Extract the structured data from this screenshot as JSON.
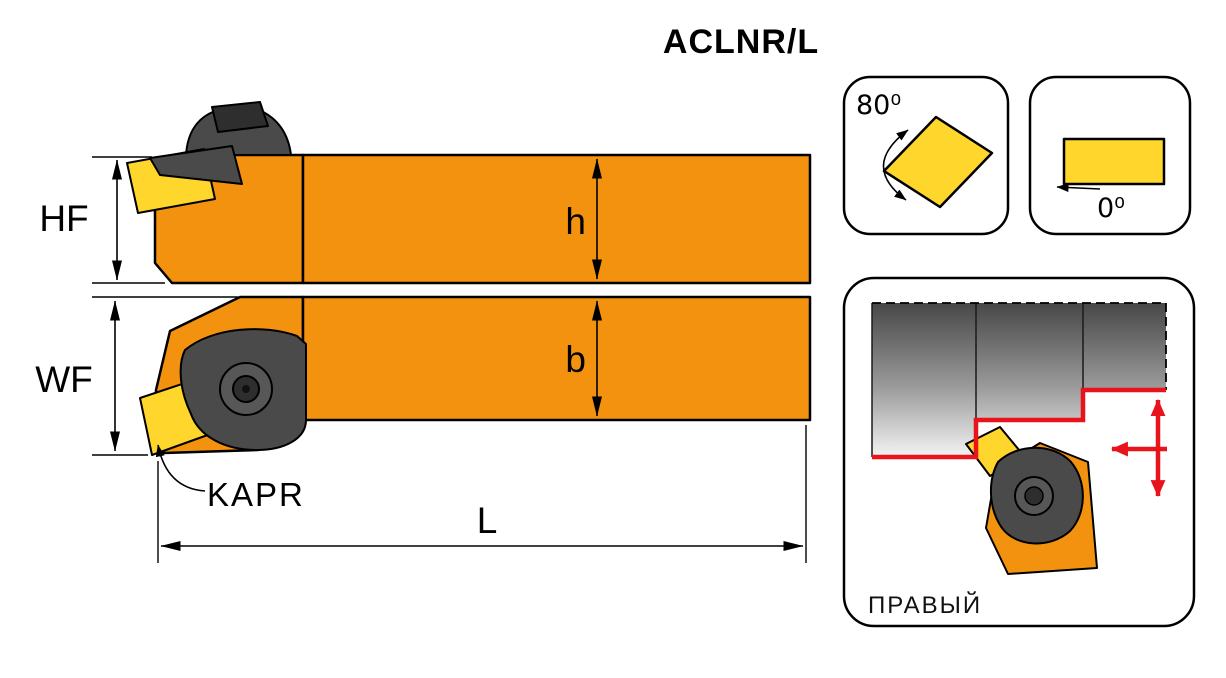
{
  "title": "ACLNR/L",
  "dimensions": {
    "hf": "HF",
    "wf": "WF",
    "height": "h",
    "width": "b",
    "length": "L",
    "kapr": "KAPR"
  },
  "insert_icon": {
    "angle_label": "80⁰"
  },
  "rake_icon": {
    "angle_label": "0⁰"
  },
  "application": {
    "hand_label": "ПРАВЫЙ"
  },
  "colors": {
    "holder_orange": "#F2920E",
    "insert_yellow": "#FFD62B",
    "clamp_dark": "#4A4A4A",
    "profile_red": "#E8131B",
    "workpiece_dark": "#474747",
    "outline": "#000000"
  }
}
